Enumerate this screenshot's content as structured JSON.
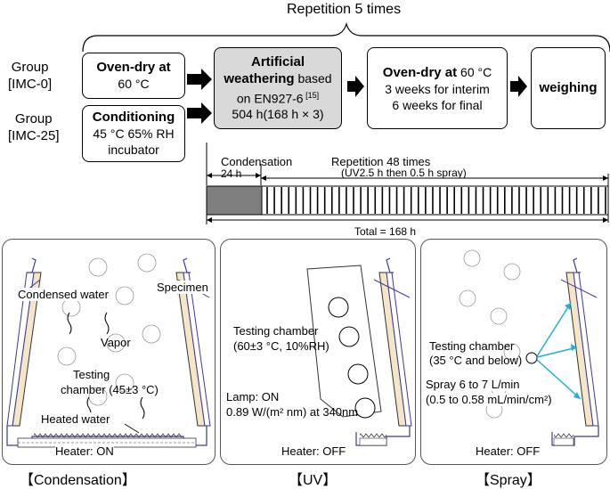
{
  "header": {
    "repetition": "Repetition 5 times"
  },
  "groups": {
    "imc0_line1": "Group",
    "imc0_line2": "[IMC-0]",
    "imc25_line1": "Group",
    "imc25_line2": "[IMC-25]"
  },
  "boxes": {
    "ovendry1_bold": "Oven-dry at",
    "ovendry1_temp": "60 °C",
    "conditioning_bold": "Conditioning",
    "conditioning_l2": "45 °C 65% RH",
    "conditioning_l3": "incubator",
    "weathering_bold1": "Artificial",
    "weathering_bold2": "weathering",
    "weathering_based": " based",
    "weathering_on": "on EN927-6",
    "weathering_ref": " [15]",
    "weathering_hours": "504 h(168 h × 3)",
    "ovendry2_bold": "Oven-dry at",
    "ovendry2_temp": " 60 °C",
    "ovendry2_l2": "3 weeks for interim",
    "ovendry2_l3": "6 weeks for final",
    "weighing": "weighing"
  },
  "timeline": {
    "condensation": "Condensation",
    "cond_hours": "24 h",
    "repetition": "Repetition 48 times",
    "cycle": "(UV2.5 h then  0.5 h spray)",
    "total": "Total = 168  h"
  },
  "panels": {
    "condensation": {
      "condensed_water": "Condensed water",
      "specimen": "Specimen",
      "vapor": "Vapor",
      "chamber1": "Testing",
      "chamber2": "chamber (45±3 °C)",
      "heated_water": "Heated water",
      "heater": "Heater: ON",
      "caption": "【Condensation】"
    },
    "uv": {
      "chamber1": "Testing chamber",
      "chamber2": "(60±3 °C, 10%RH)",
      "lamp1": "Lamp: ON",
      "lamp2": "0.89 W/(m² nm) at 340nm",
      "heater": "Heater: OFF",
      "caption": "【UV】"
    },
    "spray": {
      "chamber1": "Testing chamber",
      "chamber2": "(35 °C and below)",
      "spray1": "Spray 6 to 7 L/min",
      "spray2": "(0.5 to 0.58 mL/min/cm²)",
      "heater": "Heater: OFF",
      "caption": "【Spray】"
    }
  }
}
